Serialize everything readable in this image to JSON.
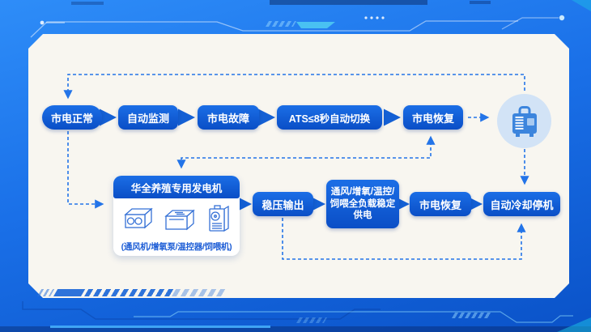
{
  "flow": {
    "top_nodes": [
      {
        "label": "市电正常"
      },
      {
        "label": "自动监测"
      },
      {
        "label": "市电故障"
      },
      {
        "label": "ATS≤8秒自动切换"
      },
      {
        "label": "市电恢复"
      }
    ],
    "generator_card": {
      "title": "华全养殖专用发电机",
      "caption": "(通风机/增氧泵/温控器/饲喂机)"
    },
    "mid_nodes": [
      {
        "label": "稳压输出"
      },
      {
        "label": "通风/增氧/温控/饲喂全负载稳定供电"
      },
      {
        "label": "市电恢复"
      },
      {
        "label": "自动冷却停机"
      }
    ]
  },
  "icons": {
    "generator": "generator-icon",
    "ventilator": "ventilator-icon",
    "aerator_pump": "aerator-pump-icon",
    "temperature_controller": "temp-controller-icon"
  },
  "colors": {
    "node_blue_top": "#1b6ee6",
    "node_blue_bottom": "#0a4ec6",
    "dashed_line": "#2374e8",
    "panel": "#f8f6f0",
    "background_top": "#2e8df8",
    "background_bottom": "#0a52c8",
    "accent_cyan": "#4ec9f2"
  }
}
